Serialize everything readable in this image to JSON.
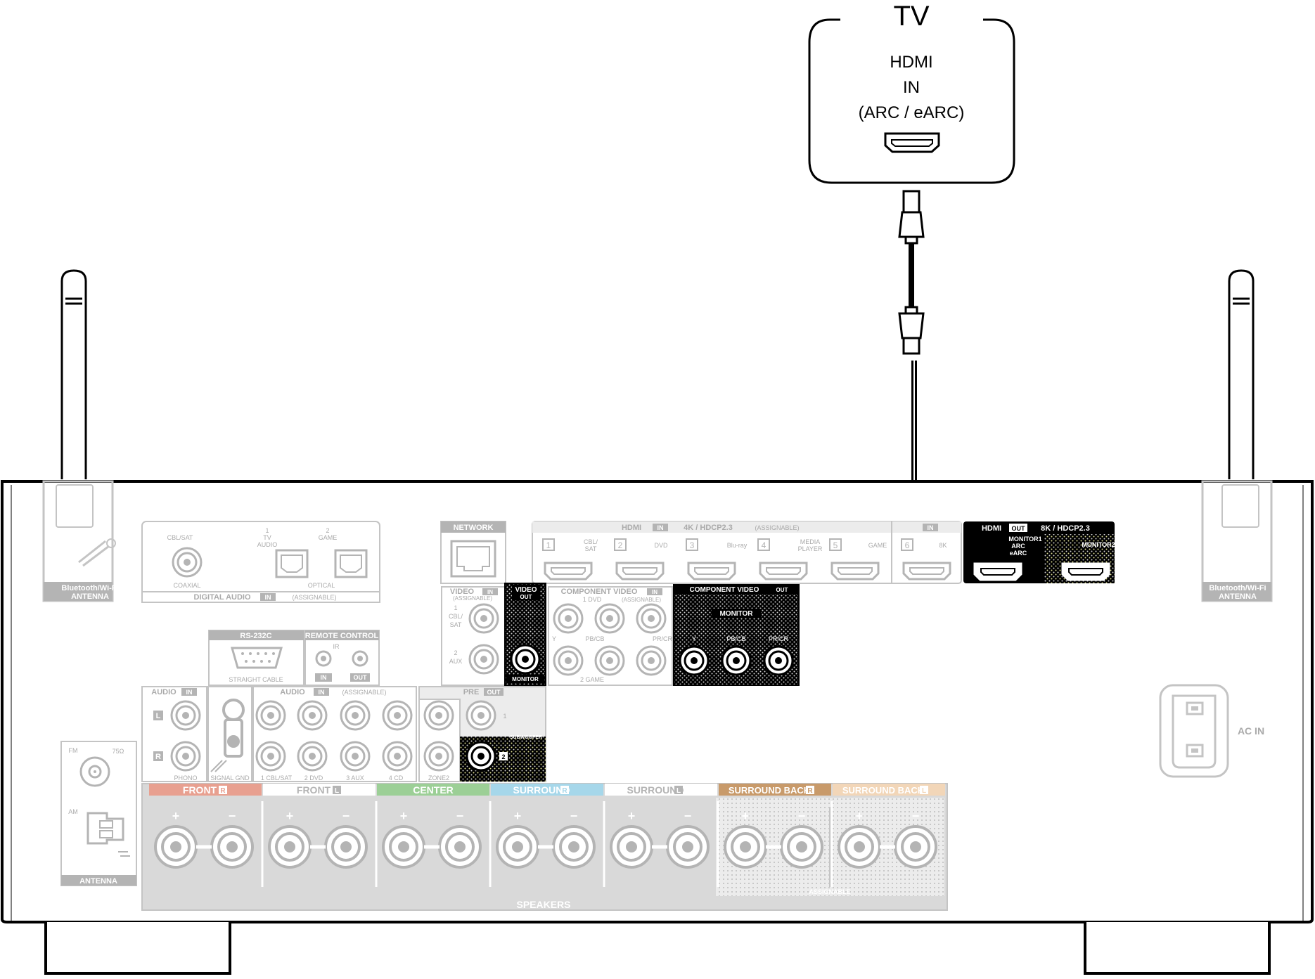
{
  "tv": {
    "title": "TV",
    "port_line1": "HDMI",
    "port_line2": "IN",
    "port_line3": "(ARC / eARC)"
  },
  "receiver": {
    "antenna_left_label1": "Bluetooth/Wi-Fi",
    "antenna_left_label2": "ANTENNA",
    "antenna_right_label1": "Bluetooth/Wi-Fi",
    "antenna_right_label2": "ANTENNA",
    "digital_audio": {
      "coax_src": "CBL/SAT",
      "coax_label": "COAXIAL",
      "opt1_num": "1",
      "opt1_src1": "TV",
      "opt1_src2": "AUDIO",
      "opt2_num": "2",
      "opt2_src": "GAME",
      "opt_label": "OPTICAL",
      "section_label": "DIGITAL AUDIO",
      "section_in": "IN",
      "section_assign": "(ASSIGNABLE)"
    },
    "network_label": "NETWORK",
    "hdmi_in": {
      "title": "HDMI",
      "in_badge": "IN",
      "spec": "4K / HDCP2.3",
      "assign": "(ASSIGNABLE)",
      "ports": [
        {
          "num": "1",
          "name1": "CBL/",
          "name2": "SAT"
        },
        {
          "num": "2",
          "name1": "DVD",
          "name2": ""
        },
        {
          "num": "3",
          "name1": "Blu-ray",
          "name2": ""
        },
        {
          "num": "4",
          "name1": "MEDIA",
          "name2": "PLAYER"
        },
        {
          "num": "5",
          "name1": "GAME",
          "name2": ""
        },
        {
          "num": "6",
          "name1": "8K",
          "name2": ""
        }
      ],
      "in8k_badge": "IN"
    },
    "hdmi_out": {
      "title": "HDMI",
      "out_badge": "OUT",
      "spec": "8K / HDCP2.3",
      "monitor1_line1": "MONITOR1",
      "monitor1_line2": "ARC",
      "monitor1_line3": "eARC",
      "monitor2": "MONITOR2"
    },
    "video_in": {
      "title": "VIDEO",
      "badge": "IN",
      "assign": "(ASSIGNABLE)",
      "in1_a": "1",
      "in1_b": "CBL/",
      "in1_c": "SAT",
      "in2_a": "2",
      "in2_b": "AUX"
    },
    "video_out": {
      "title": "VIDEO",
      "badge": "OUT",
      "monitor": "MONITOR"
    },
    "component_in": {
      "title": "COMPONENT VIDEO",
      "badge": "IN",
      "assign": "(ASSIGNABLE)",
      "in1": "1 DVD",
      "in2": "2 GAME",
      "y": "Y",
      "pb": "PB/CB",
      "pr": "PR/CR"
    },
    "component_out": {
      "title": "COMPONENT VIDEO",
      "badge": "OUT",
      "monitor": "MONITOR",
      "y": "Y",
      "pb": "PB/CB",
      "pr": "PR/CR"
    },
    "rs232c": {
      "title": "RS-232C",
      "cable": "STRAIGHT CABLE"
    },
    "remote": {
      "title": "REMOTE CONTROL",
      "ir": "IR",
      "in": "IN",
      "out": "OUT"
    },
    "audio_in_left": {
      "title": "AUDIO",
      "badge": "IN",
      "l": "L",
      "r": "R",
      "phono": "PHONO"
    },
    "signal_gnd": "SIGNAL GND",
    "audio_in": {
      "title": "AUDIO",
      "badge": "IN",
      "assign": "(ASSIGNABLE)",
      "inputs": [
        "1 CBL/SAT",
        "2 DVD",
        "3 AUX",
        "4 CD"
      ]
    },
    "pre_out": {
      "title": "PRE",
      "badge": "OUT",
      "zone2": "ZONE2",
      "sub1": "1",
      "sub2": "2",
      "subwoofer": "SUBWOOFER"
    },
    "tuner": {
      "fm": "FM",
      "ohm": "75Ω",
      "am": "AM",
      "label": "ANTENNA"
    },
    "speakers": {
      "label": "SPEAKERS",
      "assignable": "ASSIGNABLE",
      "channels": [
        {
          "name": "FRONT",
          "side": "R",
          "color": "#e8a090"
        },
        {
          "name": "FRONT",
          "side": "L",
          "color": "#ffffff"
        },
        {
          "name": "CENTER",
          "side": "",
          "color": "#9ccf96"
        },
        {
          "name": "SURROUND",
          "side": "R",
          "color": "#a6d7ea"
        },
        {
          "name": "SURROUND",
          "side": "L",
          "color": "#ffffff"
        },
        {
          "name": "SURROUND BACK",
          "side": "R",
          "color": "#c89a6a"
        },
        {
          "name": "SURROUND BACK",
          "side": "L",
          "color": "#f2d6b8"
        }
      ]
    },
    "ac_in": "AC IN"
  },
  "colors": {
    "cable": "#000000",
    "panel_outline": "#b8b8b8",
    "highlight": "#000000"
  }
}
